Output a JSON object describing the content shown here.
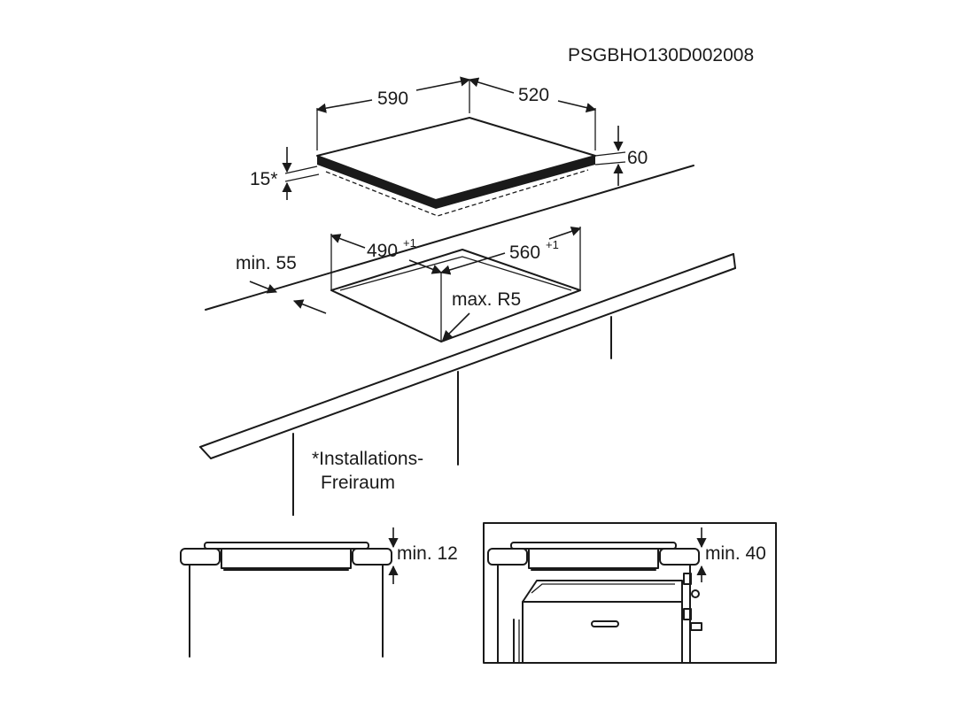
{
  "diagram": {
    "code": "PSGBHO130D002008",
    "width": "590",
    "depth": "520",
    "height": "60",
    "clearance": "15*",
    "cutout_width": "490",
    "cutout_width_tol": "+1",
    "cutout_depth": "560",
    "cutout_depth_tol": "+1",
    "edge_distance": "min. 55",
    "corner_radius": "max. R5",
    "note_line1": "*Installations-",
    "note_line2": "Freiraum",
    "gap_left": "min. 12",
    "gap_right": "min. 40"
  }
}
